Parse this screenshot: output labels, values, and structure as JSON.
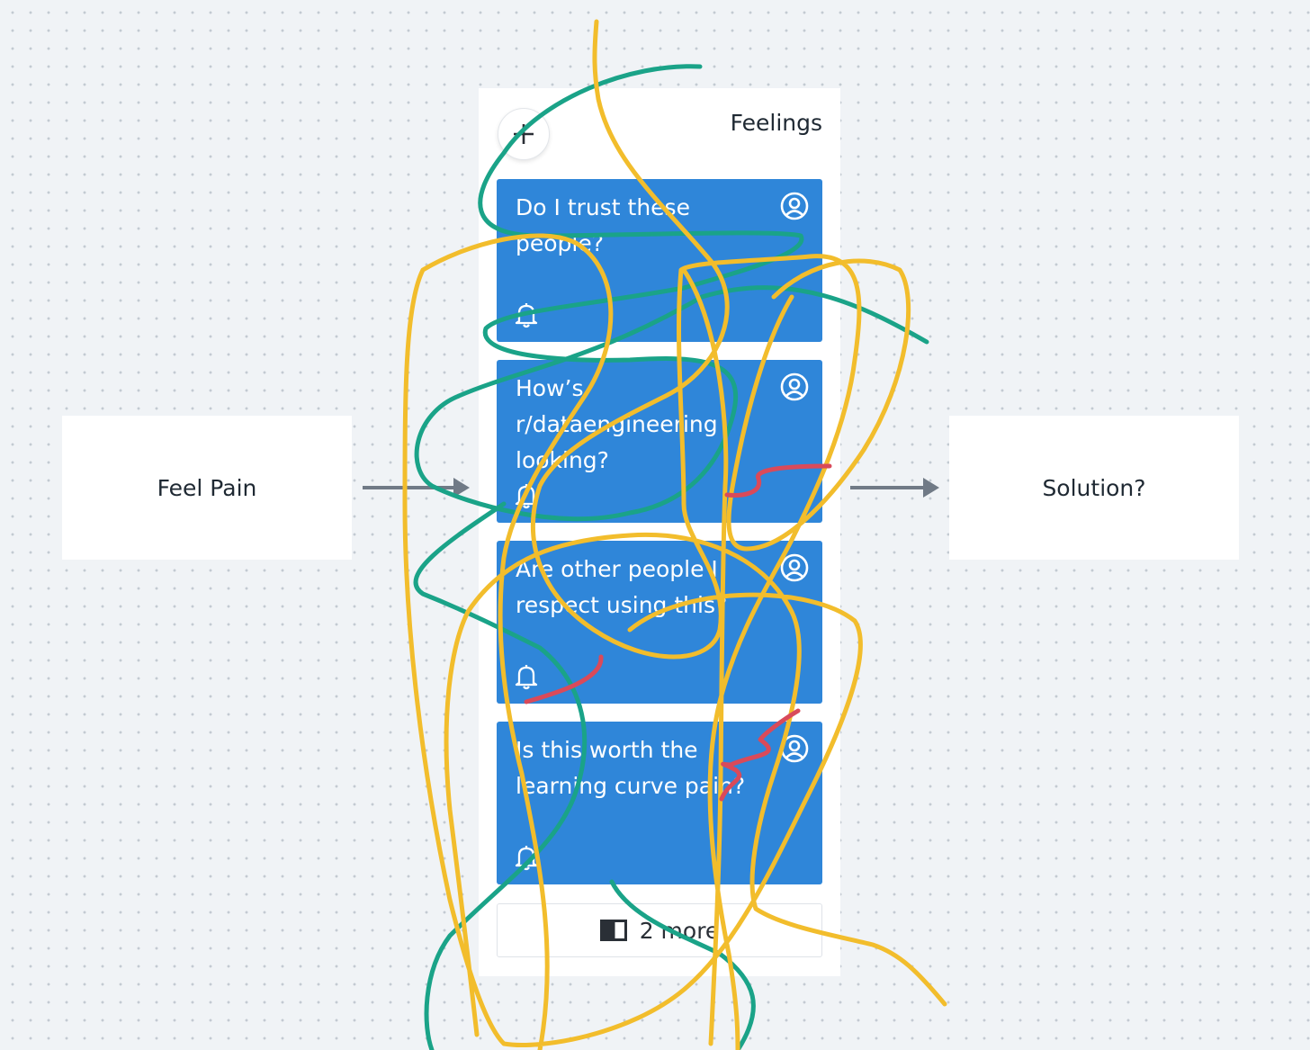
{
  "canvas": {
    "nodes": {
      "left_label": "Feel Pain",
      "right_label": "Solution?"
    },
    "column": {
      "title": "Feelings",
      "add_icon": "plus-icon",
      "cards": [
        {
          "text": "Do I trust these people?",
          "user_icon": "user-circle-icon",
          "bell_icon": "bell-icon"
        },
        {
          "text": "How’s r/dataengineering looking?",
          "user_icon": "user-circle-icon",
          "bell_icon": "bell-icon"
        },
        {
          "text": "Are other people I respect using this?",
          "user_icon": "user-circle-icon",
          "bell_icon": "bell-icon"
        },
        {
          "text": "Is this worth the learning curve pain?",
          "user_icon": "user-circle-icon",
          "bell_icon": "bell-icon"
        }
      ],
      "more": {
        "label": "2 more",
        "icon": "card-stack-icon"
      }
    },
    "colors": {
      "background": "#f0f3f6",
      "card": "#2f86d9",
      "arrow": "#707a86",
      "scribble_yellow": "#f2bd2c",
      "scribble_teal": "#1aa388",
      "scribble_red": "#d94a5a"
    }
  }
}
